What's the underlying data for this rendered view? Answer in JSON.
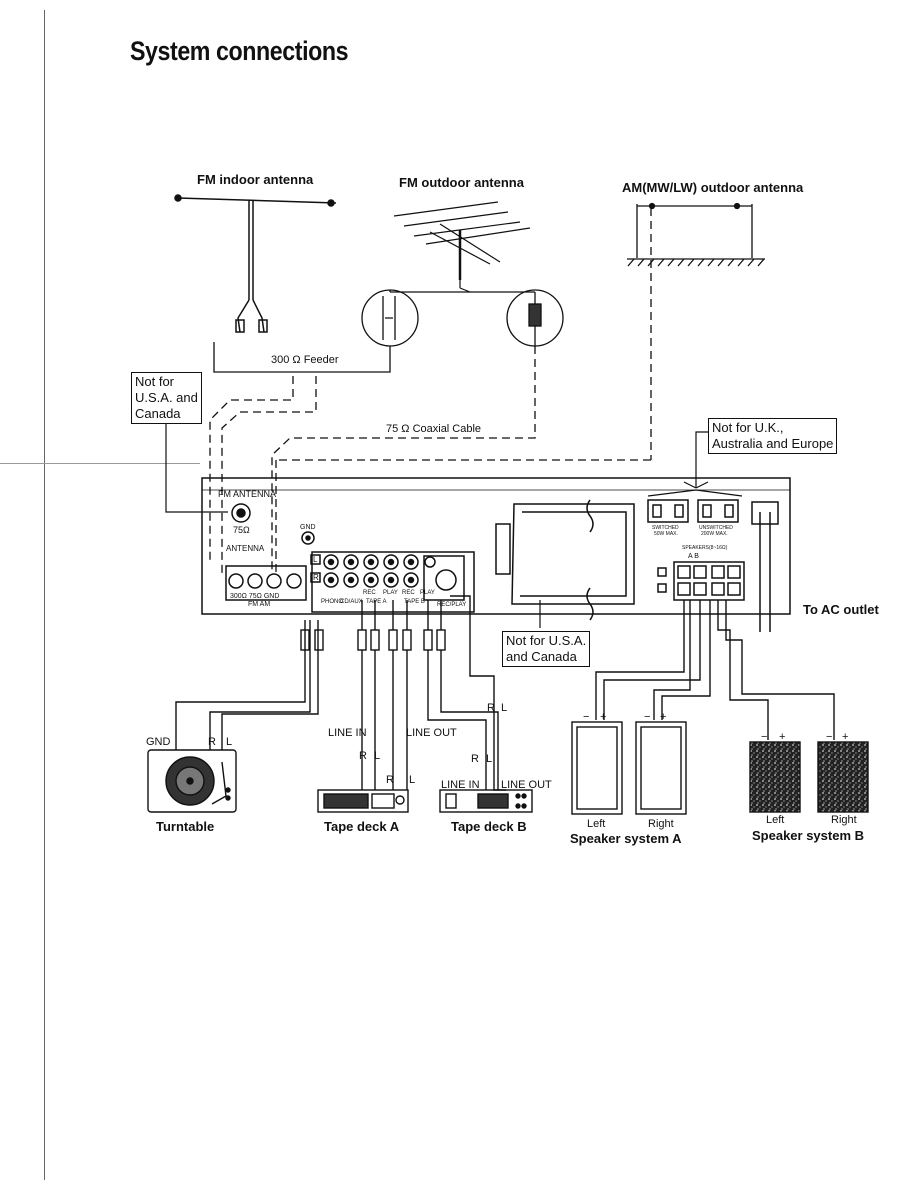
{
  "page_title": "System connections",
  "antennas": {
    "fm_indoor": "FM indoor antenna",
    "fm_outdoor": "FM outdoor antenna",
    "am_outdoor": "AM(MW/LW) outdoor antenna"
  },
  "cables": {
    "feeder": "300 Ω Feeder",
    "coaxial": "75 Ω Coaxial Cable"
  },
  "notes": {
    "not_usa_canada_left": "Not for\nU.S.A. and\nCanada",
    "not_uk": "Not for U.K.,\nAustralia and Europe",
    "not_usa_canada_center": "Not for U.S.A.\nand Canada"
  },
  "receiver": {
    "fm_antenna_label": "FM ANTENNA",
    "ohm_75": "75Ω",
    "antenna_label": "ANTENNA",
    "antenna_terminals": "300Ω  75Ω  GND",
    "fm_am": "FM    AM",
    "gnd": "GND",
    "jack_labels": [
      "PHONO",
      "CD/AUX",
      "TAPE A",
      "TAPE B",
      "REC/PLAY"
    ],
    "rec_play": [
      "REC",
      "PLAY",
      "REC",
      "PLAY"
    ],
    "channel_l": "L",
    "channel_r": "R",
    "switched": "SWITCHED",
    "switched_max": "50W MAX.",
    "unswitched": "UNSWITCHED",
    "unswitched_max": "200W MAX.",
    "speakers_label": "SPEAKERS(8~16Ω)",
    "speakers_ab": "A      B"
  },
  "outlet_label": "To AC outlet",
  "wiring_labels": {
    "gnd": "GND",
    "r": "R",
    "l": "L",
    "line_in": "LINE IN",
    "line_out": "LINE OUT",
    "minus": "−",
    "plus": "+"
  },
  "devices": {
    "turntable": "Turntable",
    "tape_a": "Tape deck A",
    "tape_b": "Tape deck B",
    "speaker_a": "Speaker system A",
    "speaker_b": "Speaker system B",
    "left": "Left",
    "right": "Right"
  }
}
